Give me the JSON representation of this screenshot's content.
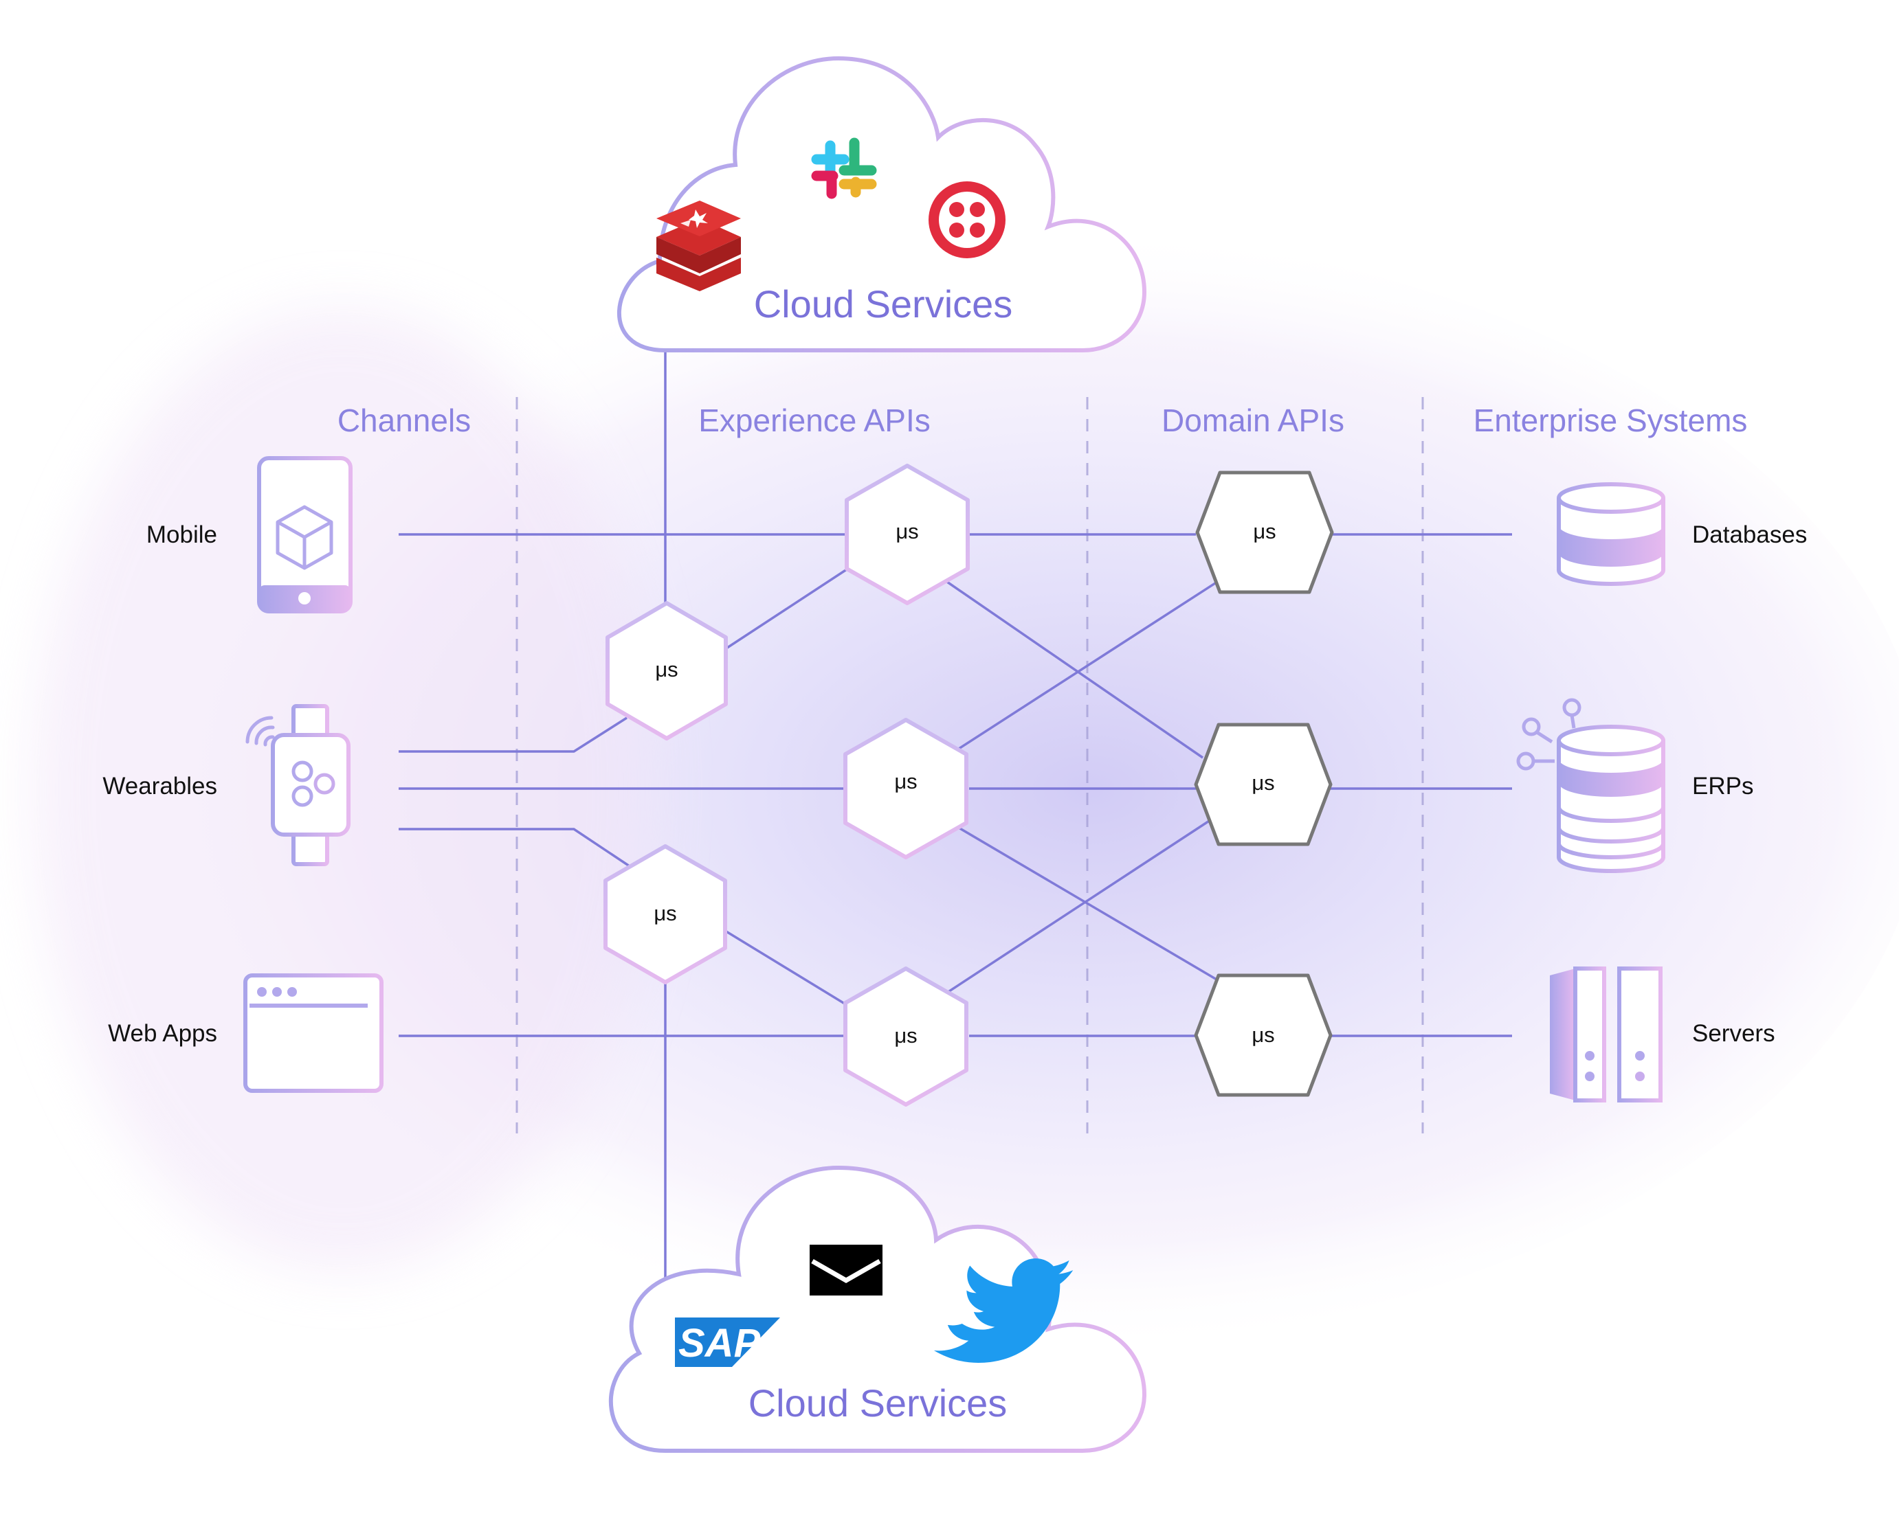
{
  "clouds": {
    "top": {
      "title": "Cloud Services",
      "icons": [
        "redis-icon",
        "slack-icon",
        "twilio-icon"
      ]
    },
    "bottom": {
      "title": "Cloud Services",
      "icons": [
        "sap-logo",
        "email-icon",
        "twitter-icon"
      ],
      "sap_text": "SAP"
    }
  },
  "columns": [
    "Channels",
    "Experience APIs",
    "Domain APIs",
    "Enterprise Systems"
  ],
  "channels": [
    "Mobile",
    "Wearables",
    "Web Apps"
  ],
  "enterprise_systems": [
    "Databases",
    "ERPs",
    "Servers"
  ],
  "microservice_label": "μs",
  "colors": {
    "accent": "#7a72d9",
    "line": "#7f7ad8",
    "experience_hex_border": "#d7b7ee",
    "domain_hex_border": "#777777",
    "glow": "#d9d4f7"
  }
}
